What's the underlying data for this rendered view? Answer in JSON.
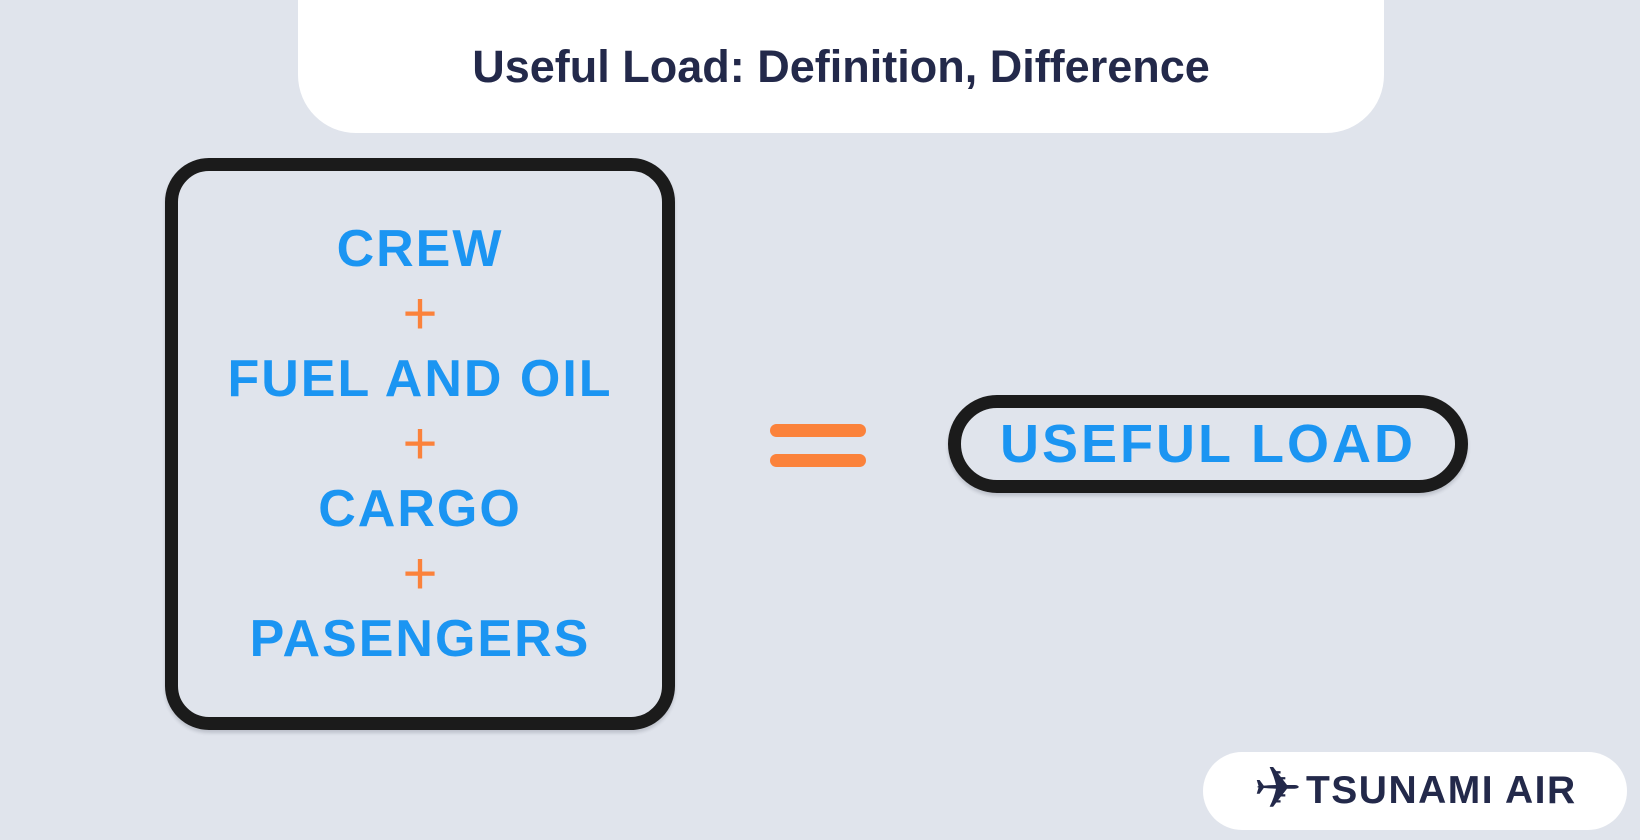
{
  "header": {
    "title": "Useful Load: Definition, Difference"
  },
  "equation": {
    "box_terms": [
      "CREW",
      "+",
      "FUEL AND OIL",
      "+",
      "CARGO",
      "+",
      "PASENGERS"
    ],
    "equals_sign": "=",
    "result": "USEFUL LOAD"
  },
  "logo": {
    "icon": "airplane-icon",
    "glyph": "✈",
    "text": "TSUNAMI AIR"
  },
  "colors": {
    "background": "#E0E4EC",
    "banner_bg": "#FFFFFF",
    "title_navy": "#23294A",
    "box_border_black": "#1B1B1B",
    "term_blue": "#1B95F2",
    "plus_orange": "#FB823B",
    "logo_navy": "#23294A",
    "logo_bg": "#FFFFFF"
  }
}
